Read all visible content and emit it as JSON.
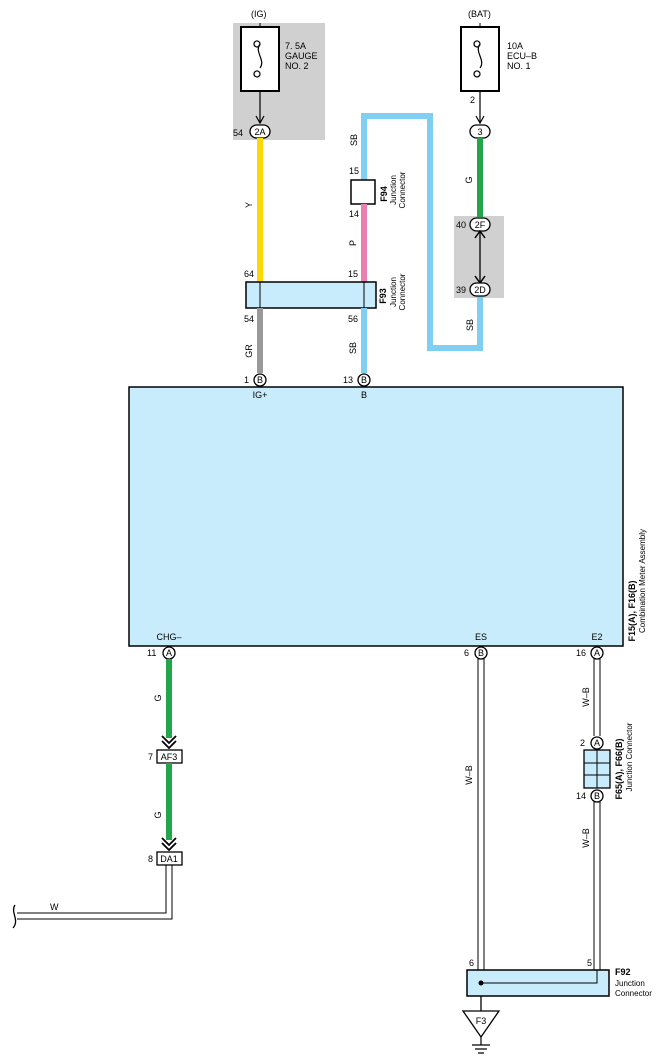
{
  "colors": {
    "yellow": "#ffd800",
    "gray": "#999999",
    "pink": "#ec7fb1",
    "sky_blue": "#7fcff3",
    "green": "#22a64a",
    "component_fill": "#c8ecfb",
    "shade": "#d0d0d0"
  },
  "power": {
    "ig_label": "(IG)",
    "ig_fuse_lines": [
      "7. 5A",
      "GAUGE",
      "NO. 2"
    ],
    "bat_label": "(BAT)",
    "bat_fuse_lines": [
      "10A",
      "ECU–B",
      "NO. 1"
    ],
    "bat_fuse_pin": "2"
  },
  "connectors": {
    "c2A": "2A",
    "c2A_pin": "54",
    "c3": "3",
    "c2F": "2F",
    "c2F_pin": "40",
    "c2D": "2D",
    "c2D_pin": "39",
    "cAF3": "AF3",
    "cAF3_pin": "7",
    "cDA1": "DA1",
    "cDA1_pin": "8"
  },
  "wires": {
    "y": "Y",
    "gr": "GR",
    "sb1": "SB",
    "sb2": "SB",
    "sb3": "SB",
    "p": "P",
    "g1": "G",
    "g2": "G",
    "g3": "G",
    "wb1": "W–B",
    "wb2": "W–B",
    "wb3": "W–B",
    "w": "W"
  },
  "f94": {
    "pin_top": "15",
    "pin_bottom": "14",
    "code": "F94",
    "name_lines": [
      "Junction",
      "Connector"
    ]
  },
  "f93": {
    "pin_tl": "64",
    "pin_tr": "15",
    "pin_bl": "54",
    "pin_br": "56",
    "code": "F93",
    "name_lines": [
      "Junction",
      "Connector"
    ]
  },
  "meter": {
    "code": "F15(A), F16(B)",
    "name": "Combination Meter Assembly",
    "top_pins": [
      {
        "num": "1",
        "conn": "B",
        "name": "IG+"
      },
      {
        "num": "13",
        "conn": "B",
        "name": "B"
      }
    ],
    "bottom_pins": [
      {
        "num": "11",
        "conn": "A",
        "name": "CHG–"
      },
      {
        "num": "6",
        "conn": "B",
        "name": "ES"
      },
      {
        "num": "16",
        "conn": "A",
        "name": "E2"
      }
    ]
  },
  "f65": {
    "code": "F65(A), F66(B)",
    "name": "Junction Connector",
    "pin_top": "2",
    "conn_top": "A",
    "pin_bottom": "14",
    "conn_bottom": "B"
  },
  "f92": {
    "code": "F92",
    "name_lines": [
      "Junction",
      "Connector"
    ],
    "pin_left": "6",
    "pin_right": "5"
  },
  "ground": {
    "label": "F3"
  }
}
